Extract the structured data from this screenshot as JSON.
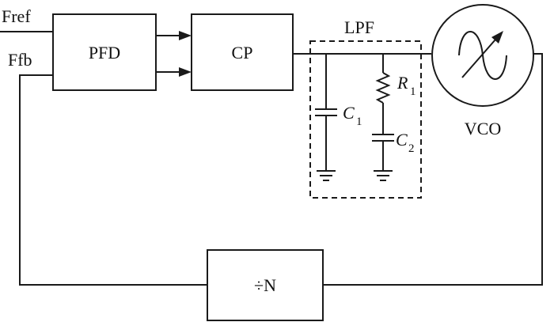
{
  "signals": {
    "fref": "Fref",
    "ffb": "Ffb"
  },
  "blocks": {
    "pfd": "PFD",
    "cp": "CP",
    "lpf": "LPF",
    "vco": "VCO",
    "divider": "÷N"
  },
  "components": {
    "c1": {
      "letter": "C",
      "index": "1"
    },
    "c2": {
      "letter": "C",
      "index": "2"
    },
    "r1": {
      "letter": "R",
      "index": "1"
    }
  }
}
